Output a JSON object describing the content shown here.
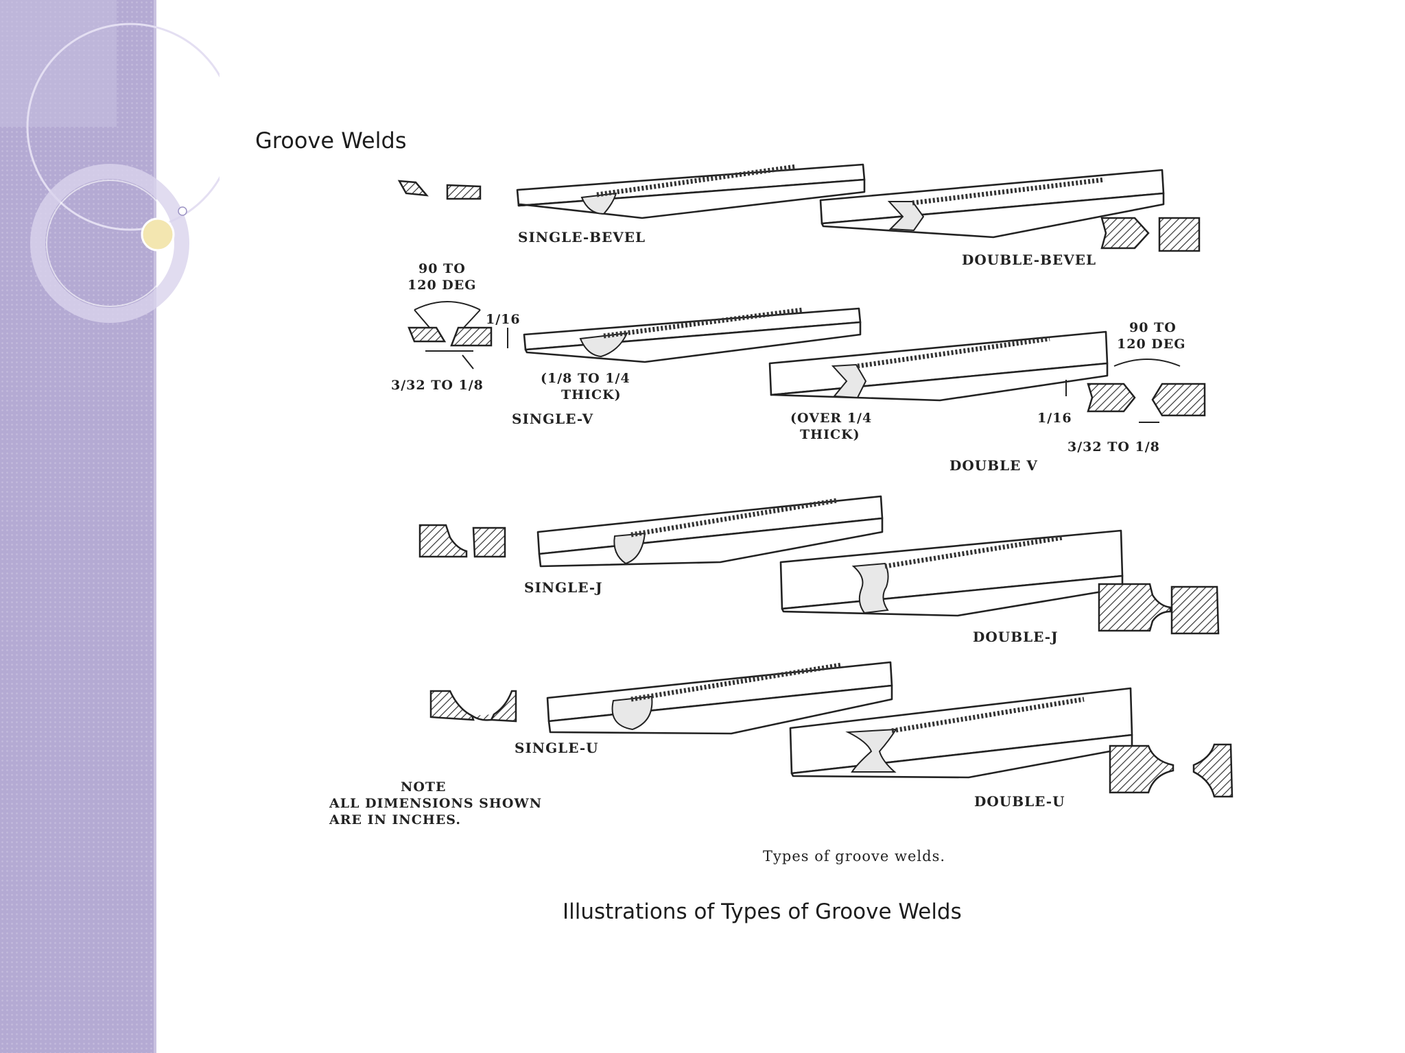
{
  "slide": {
    "title": "Groove Welds",
    "caption": "Illustrations of Types of Groove Welds"
  },
  "figure": {
    "caption": "Types of groove welds.",
    "labels": {
      "single_bevel": "SINGLE-BEVEL",
      "double_bevel": "DOUBLE-BEVEL",
      "single_v": "SINGLE-V",
      "single_v_thick_1": "(1/8 TO 1/4",
      "single_v_thick_2": "THICK)",
      "double_v": "DOUBLE V",
      "double_v_thick_1": "(OVER 1/4",
      "double_v_thick_2": "THICK)",
      "single_j": "SINGLE-J",
      "double_j": "DOUBLE-J",
      "single_u": "SINGLE-U",
      "double_u": "DOUBLE-U",
      "angle_left_1": "90  TO",
      "angle_left_2": "120  DEG",
      "angle_right_1": "90  TO",
      "angle_right_2": "120  DEG",
      "root_face_left": "1/16",
      "root_face_right": "1/16",
      "gap_left": "3/32  TO  1/8",
      "gap_right": "3/32  TO  1/8"
    },
    "note": {
      "heading": "NOTE",
      "line1": "ALL  DIMENSIONS  SHOWN",
      "line2": "ARE  IN  INCHES."
    }
  },
  "colors": {
    "sidebar": "#b4aad3",
    "accent_dot": "#f3e6b0"
  }
}
